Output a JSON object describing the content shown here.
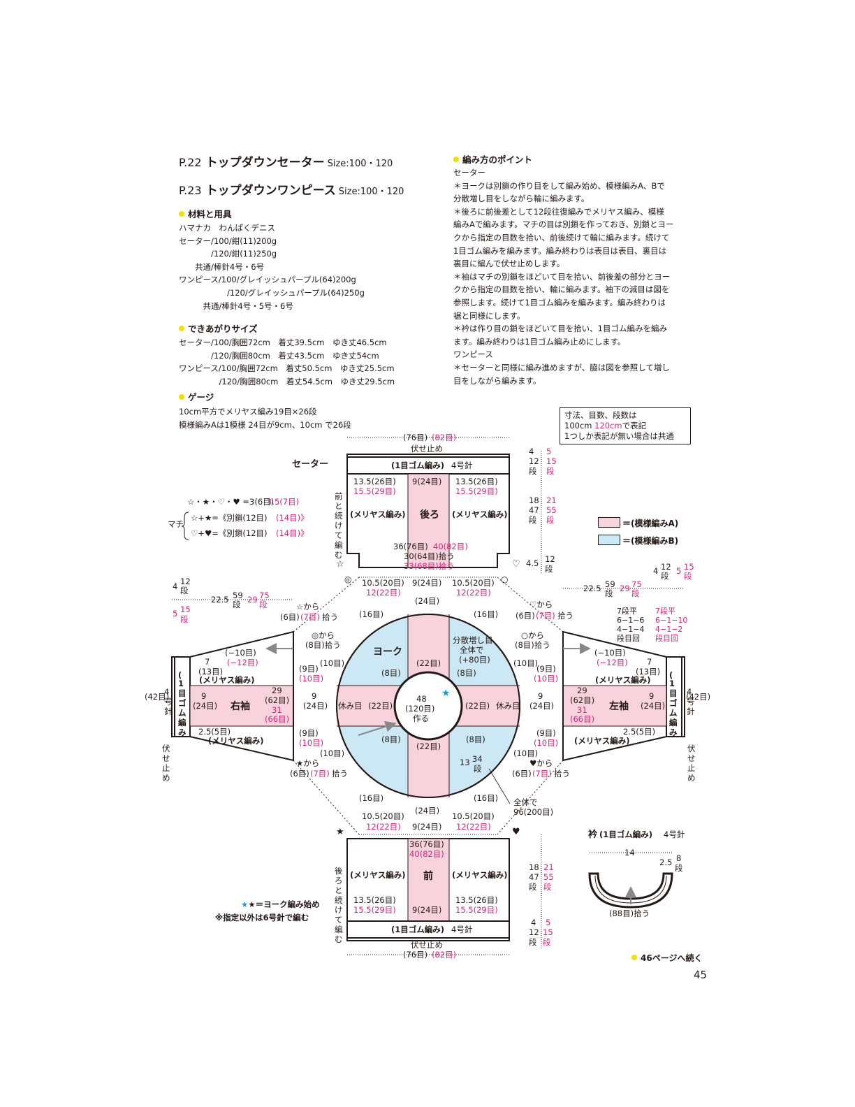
{
  "titles": [
    {
      "page": "P.22",
      "name": "トップダウンセーター",
      "size": "Size:100・120"
    },
    {
      "page": "P.23",
      "name": "トップダウンワンピース",
      "size": "Size:100・120"
    }
  ],
  "materials": {
    "heading": "材料と用具",
    "lines": "ハマナカ　わんぱくデニス\nセーター/100/紺(11)200g\n　　　　/120/紺(11)250g\n　　共通/棒針4号・6号\nワンピース/100/グレイッシュパープル(64)200g\n　　　　　　/120/グレイッシュパープル(64)250g\n　　　共通/棒針4号・5号・6号"
  },
  "finished_size": {
    "heading": "できあがりサイズ",
    "lines": "セーター/100/胸囲72cm　着丈39.5cm　ゆき丈46.5cm\n　　　　/120/胸囲80cm　着丈43.5cm　ゆき丈54cm\nワンピース/100/胸囲72cm　着丈50.5cm　ゆき丈25.5cm\n　　　　　/120/胸囲80cm　着丈54.5cm　ゆき丈29.5cm"
  },
  "gauge": {
    "heading": "ゲージ",
    "lines": "10cm平方でメリヤス編み19目×26段\n模様編みAは1模様 24目が9cm、10cm で26段"
  },
  "points": {
    "heading": "編み方のポイント",
    "lines": "セーター\n＊ヨークは別鎖の作り目をして編み始め、模様編みA、Bで\n分散増し目をしながら輪に編みます。\n＊後ろに前後差として12段往復編みでメリヤス編み、模様\n編みAで編みます。マチの目は別鎖を作っておき、別鎖とヨー\nクから指定の目数を拾い、前後続けて輪に編みます。続けて\n1目ゴム編みを編みます。編み終わりは表目は表目、裏目は\n裏目に編んで伏せ止めします。\n＊袖はマチの別鎖をほどいて目を拾い、前後差の部分とヨー\nクから指定の目数を拾い、輪に編みます。袖下の減目は図を\n参照します。続けて1目ゴム編みを編みます。編み終わりは\n裾と同様にします。\n＊衿は作り目の鎖をほどいて目を拾い、1目ゴム編みを編み\nます。編み終わりは1目ゴム編み止めにします。\nワンピース\n＊セーターと同様に編み進めますが、脇は図を参照して増し\n目をしながら編みます。"
  },
  "note_box": [
    "寸法、目数、段数は",
    "100cm 120cmで表記",
    "1つしか表記が無い場合は共通"
  ],
  "legend": [
    {
      "label": "＝(模様編みA)",
      "color": "#f8d3de"
    },
    {
      "label": "＝(模様編みB)",
      "color": "#cce8f5"
    }
  ],
  "diagram": {
    "sweater_label": "セーター",
    "back": {
      "width": "(76目)",
      "width_p": "(82目)",
      "bind_off": "伏せ止め",
      "rib": "(1目ゴム編み)",
      "needle": "4号針",
      "side_l": "13.5(26目)",
      "side_l_p": "15.5(29目)",
      "center": "9(24目)",
      "side_r": "13.5(26目)",
      "side_r_p": "15.5(29目)",
      "stockinette": "(メリヤス編み)",
      "name": "後ろ",
      "bottom1": "36(76目)",
      "bottom1_p": "40(82目)",
      "bottom2": "30(64目)拾う",
      "bottom2_p": "33(68目)拾う",
      "continue": "前と続けて編む",
      "rib_rows_a": "4",
      "rib_rows_b": "12",
      "rib_rows_c": "段",
      "rib_rows_pa": "5",
      "rib_rows_pb": "15",
      "rib_rows_pc": "段",
      "body_rows_a": "18",
      "body_rows_b": "47",
      "body_rows_c": "段",
      "body_rows_pa": "21",
      "body_rows_pb": "55",
      "body_rows_pc": "段",
      "diff_a": "4.5",
      "diff_b": "12",
      "diff_c": "段"
    },
    "machi": {
      "formula": "☆・★・♡・♥ =3(6目)",
      "formula_p": "3.5(7目)",
      "label": "マチ",
      "line1": "☆+★=《別鎖(12目)",
      "line1_p": "(14目)》",
      "line2": "♡+♥=《別鎖(12目)",
      "line2_p": "(14目)》"
    },
    "yoke": {
      "top_l": "10.5(20目)",
      "top_l_p": "12(22目)",
      "top_c": "9(24目)",
      "top_r": "10.5(20目)",
      "top_r_p": "12(22目)",
      "seg24": "(24目)",
      "seg16": "(16目)",
      "seg22": "(22目)",
      "seg8": "(8目)",
      "seg10": "(10目)",
      "seg9": "(9目)",
      "name": "ヨーク",
      "increase": "分散増し目",
      "increase2": "全体で",
      "increase3": "(+80目)",
      "center_a": "48",
      "center_b": "(120目)",
      "center_c": "作る",
      "rest": "休み目",
      "rows_a": "13",
      "rows_b": "34",
      "rows_c": "段",
      "total_a": "全体で",
      "total_b": "96(200目)"
    },
    "sleeve": {
      "right": "右袖",
      "left": "左袖",
      "len_a": "22.5",
      "len_b": "59",
      "len_c": "段",
      "len_pa": "29",
      "len_pb": "75",
      "len_pc": "段",
      "rib_a": "4",
      "rib_b": "12",
      "rib_c": "段",
      "rib_pa": "5",
      "rib_pb": "15",
      "rib_pc": "段",
      "from_star": "☆から",
      "from_bstar": "★から",
      "from_heart": "♡から",
      "from_bheart": "♥から",
      "from_dc": "◎から",
      "from_c": "○から",
      "pick6": "(6目)",
      "pick6_p": "(7目)",
      "pick_suffix": "拾う",
      "pick8": "(8目)拾う",
      "dec": "(−10目)",
      "dec_p": "(−12目)",
      "w7": "7",
      "w13": "(13目)",
      "w9": "9",
      "w24": "(24目)",
      "w29": "29",
      "w62": "(62目)",
      "w31": "31",
      "w66": "(66目)",
      "w25": "2.5(5目)",
      "stockinette": "(メリヤス編み)",
      "rib_vertical": "(1目ゴム編み)",
      "needle_v": "4号針",
      "st42": "(42目)",
      "bind_v": "伏せ止め",
      "dec_table": [
        [
          "7段平",
          "7段平"
        ],
        [
          "6−1−6",
          "6−1−10"
        ],
        [
          "4−1−4",
          "4−1−2"
        ],
        [
          "段目回",
          "段目回"
        ]
      ]
    },
    "front": {
      "name": "前",
      "bottom_l": "10.5(20目)",
      "bottom_l_p": "12(22目)",
      "bottom_c": "9(24目)",
      "bottom_r": "10.5(20目)",
      "bottom_r_p": "12(22目)",
      "top": "36(76目)",
      "top_p": "40(82目)",
      "continue": "後ろと続けて編む",
      "bind_off": "伏せ止め",
      "width": "(76目)",
      "width_p": "(82目)"
    },
    "collar": {
      "title": "衿",
      "rib": "(1目ゴム編み)",
      "needle": "4号針",
      "width": "14",
      "h_a": "2.5",
      "h_b": "8",
      "h_c": "段",
      "pick": "(88目)拾う"
    }
  },
  "footnotes": [
    "★＝ヨーク編み始め",
    "※指定以外は6号針で編む"
  ],
  "continue_note": "46ページへ続く",
  "page_number": "45"
}
